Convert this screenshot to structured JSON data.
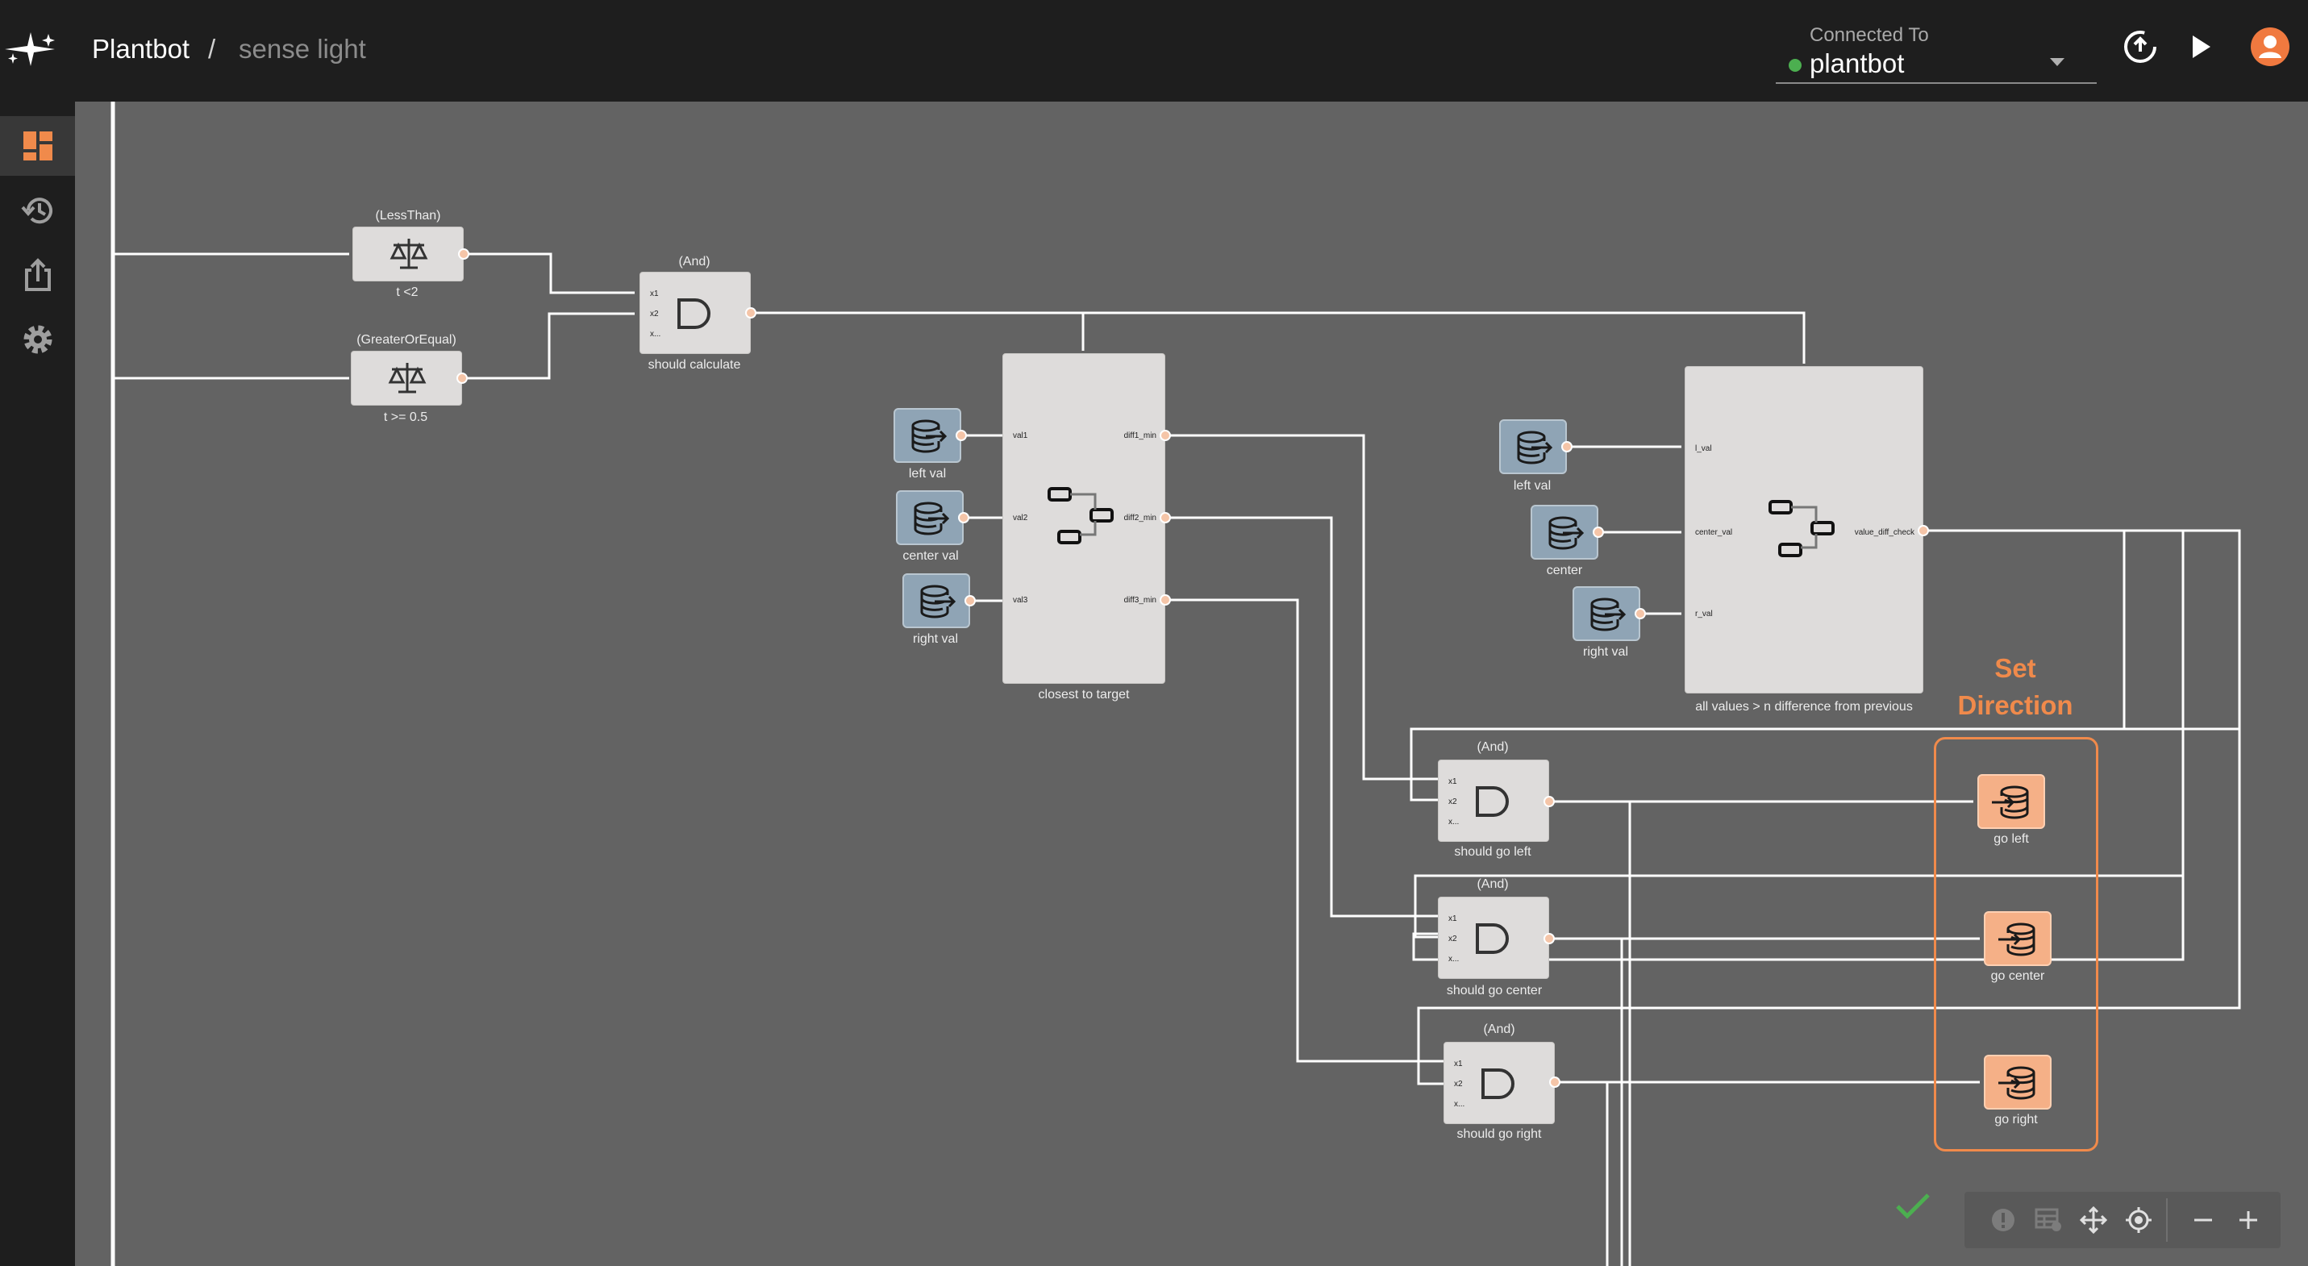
{
  "app": {
    "project": "Plantbot",
    "separator": "/",
    "flow_name": "sense light",
    "connection": {
      "label": "Connected To",
      "value": "plantbot",
      "status_color": "#4caf50"
    }
  },
  "sidebar": {
    "items": [
      {
        "name": "dashboard",
        "icon": "dashboard-icon",
        "active": true
      },
      {
        "name": "history",
        "icon": "history-icon"
      },
      {
        "name": "share",
        "icon": "share-icon"
      },
      {
        "name": "settings",
        "icon": "gear-icon"
      }
    ]
  },
  "nodes": {
    "lessthan": {
      "type": "(LessThan)",
      "label": "t <2"
    },
    "greater": {
      "type": "(GreaterOrEqual)",
      "label": "t >= 0.5"
    },
    "and1": {
      "type": "(And)",
      "label": "should calculate",
      "inputs": [
        "x1",
        "x2",
        "x..."
      ]
    },
    "closest": {
      "label": "closest to target",
      "inputs": [
        "val1",
        "val2",
        "val3"
      ],
      "outputs": [
        "diff1_min",
        "diff2_min",
        "diff3_min"
      ]
    },
    "leftval1": {
      "label": "left val"
    },
    "centerval1": {
      "label": "center val"
    },
    "rightval1": {
      "label": "right val"
    },
    "allvalues": {
      "label": "all values > n difference from previous",
      "inputs": [
        "l_val",
        "center_val",
        "r_val"
      ],
      "output": "value_diff_check"
    },
    "leftval2": {
      "label": "left val"
    },
    "center2": {
      "label": "center"
    },
    "rightval2": {
      "label": "right val"
    },
    "andleft": {
      "type": "(And)",
      "label": "should go left",
      "inputs": [
        "x1",
        "x2",
        "x..."
      ]
    },
    "andcenter": {
      "type": "(And)",
      "label": "should go center",
      "inputs": [
        "x1",
        "x2",
        "x..."
      ]
    },
    "andright": {
      "type": "(And)",
      "label": "should go right",
      "inputs": [
        "x1",
        "x2",
        "x..."
      ]
    },
    "goleft": {
      "label": "go left"
    },
    "gocenter": {
      "label": "go center"
    },
    "goright": {
      "label": "go right"
    }
  },
  "group": {
    "title_line1": "Set",
    "title_line2": "Direction",
    "color": "#f08a4b"
  },
  "colors": {
    "topbar": "#1e1e1e",
    "canvas": "#636363",
    "accent": "#f08a4b",
    "node_light": "#dedcdb",
    "node_blue": "#8fa4b5",
    "node_orange": "#f5b087",
    "check": "#4caf50"
  },
  "toolbar_bottom": {
    "buttons": [
      "info-icon",
      "table-icon",
      "move-icon",
      "locate-icon",
      "zoom-out-icon",
      "zoom-in-icon"
    ]
  }
}
